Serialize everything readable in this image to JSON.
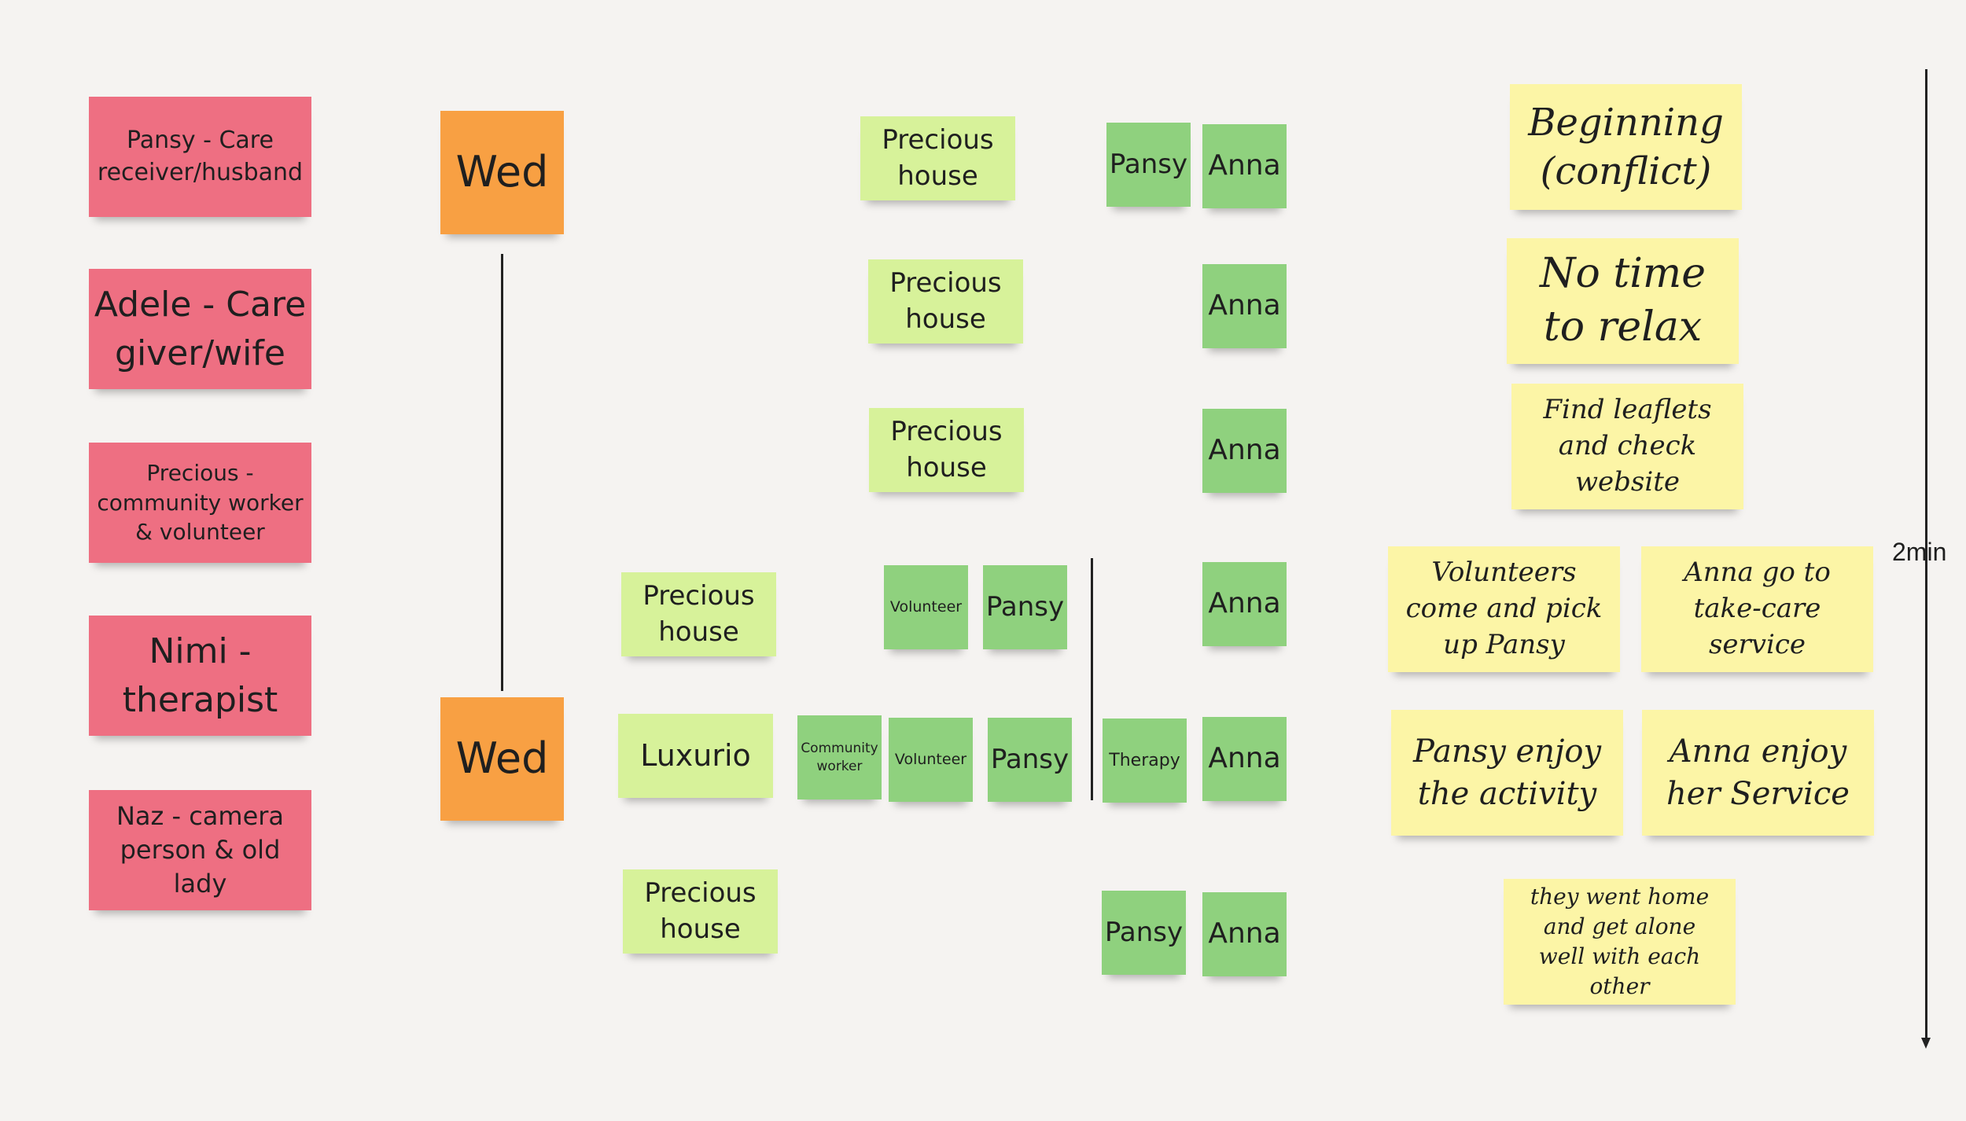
{
  "characters": [
    "Pansy - Care receiver/husband",
    "Adele - Care giver/wife",
    "Precious - community worker & volunteer",
    "Nimi - therapist",
    "Naz - camera person & old lady"
  ],
  "days": [
    "Wed",
    "Wed"
  ],
  "locations": [
    "Precious house",
    "Precious house",
    "Precious house",
    "Precious house",
    "Luxurio",
    "Precious house"
  ],
  "participants": [
    "Pansy",
    "Anna",
    "Anna",
    "Anna",
    "Volunteer",
    "Pansy",
    "Anna",
    "Community worker",
    "Volunteer",
    "Pansy",
    "Therapy",
    "Anna",
    "Pansy",
    "Anna"
  ],
  "story": [
    "Beginning (conflict)",
    "No time to relax",
    "Find leaflets and check website",
    "Volunteers come and pick up Pansy",
    "Anna go to take-care service",
    "Pansy enjoy the activity",
    "Anna enjoy her Service",
    "they went home and get alone well with each other"
  ],
  "timeline": {
    "label": "2min"
  },
  "colors": {
    "character": "#ee6f82",
    "day": "#f8a043",
    "location": "#d7f29a",
    "participant": "#8fd17e",
    "story": "#fcf5a6",
    "background": "#f5f3f1"
  }
}
